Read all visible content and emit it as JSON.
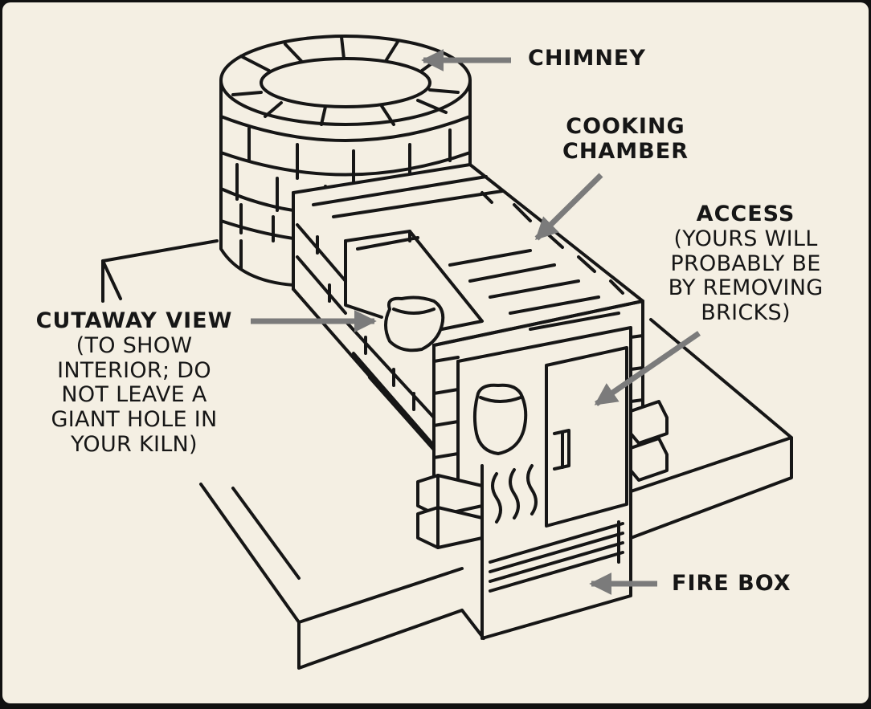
{
  "labels": {
    "chimney": "CHIMNEY",
    "cooking_chamber": [
      "COOKING",
      "CHAMBER"
    ],
    "access": {
      "title": "ACCESS",
      "note": [
        "(YOURS WILL",
        "PROBABLY BE",
        "BY REMOVING",
        "BRICKS)"
      ]
    },
    "cutaway_view": {
      "title": "CUTAWAY VIEW",
      "note": [
        "(TO SHOW",
        "INTERIOR; DO",
        "NOT LEAVE A",
        "GIANT HOLE IN",
        "YOUR KILN)"
      ]
    },
    "fire_box": "FIRE BOX"
  },
  "colors": {
    "background": "#f4efe3",
    "frame": "#141414",
    "ink": "#161616",
    "arrow": "#7b7b7b"
  }
}
